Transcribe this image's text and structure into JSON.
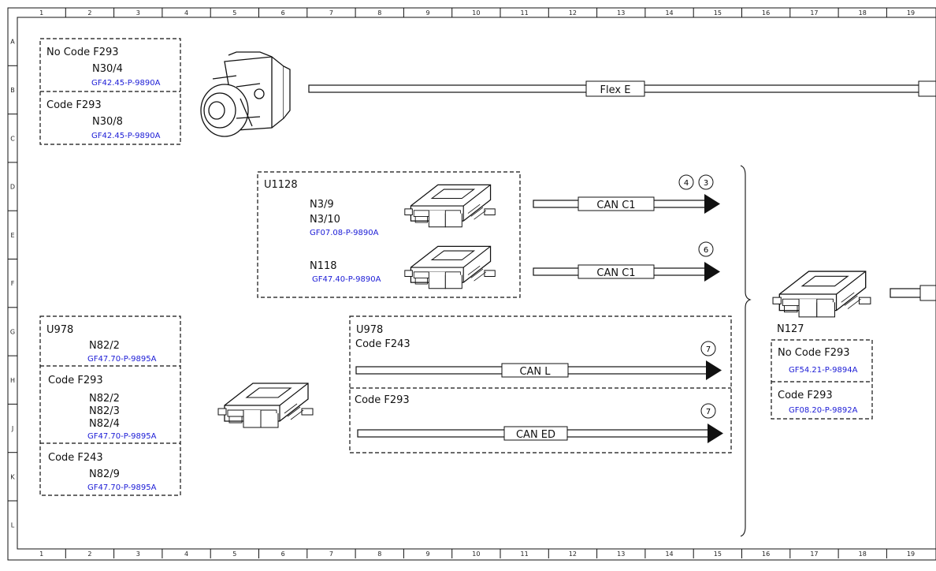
{
  "ruler": {
    "columns": [
      "1",
      "2",
      "3",
      "4",
      "5",
      "6",
      "7",
      "8",
      "9",
      "10",
      "11",
      "12",
      "13",
      "14",
      "15",
      "16",
      "17",
      "18",
      "19"
    ],
    "rows": [
      "A",
      "B",
      "C",
      "D",
      "E",
      "F",
      "G",
      "H",
      "J",
      "K",
      "L"
    ]
  },
  "top_left_box": {
    "no_code_label": "No Code F293",
    "no_code_component": "N30/4",
    "no_code_ref": "GF42.45-P-9890A",
    "code_label": "Code F293",
    "code_component": "N30/8",
    "code_ref": "GF42.45-P-9890A"
  },
  "flex_bus": {
    "label": "Flex E"
  },
  "u1128_box": {
    "title": "U1128",
    "comp1_a": "N3/9",
    "comp1_b": "N3/10",
    "comp1_ref": "GF07.08-P-9890A",
    "comp2": "N118",
    "comp2_ref": "GF47.40-P-9890A"
  },
  "can_c1_upper": {
    "label": "CAN C1",
    "markers": [
      "4",
      "3"
    ]
  },
  "can_c1_lower": {
    "label": "CAN C1",
    "markers": [
      "6"
    ]
  },
  "left_lower_box": {
    "u978_title": "U978",
    "u978_comp": "N82/2",
    "u978_ref": "GF47.70-P-9895A",
    "f293_label": "Code F293",
    "f293_comps": [
      "N82/2",
      "N82/3",
      "N82/4"
    ],
    "f293_ref": "GF47.70-P-9895A",
    "f243_label": "Code F243",
    "f243_comp": "N82/9",
    "f243_ref": "GF47.70-P-9895A"
  },
  "center_lower_box": {
    "u978_title": "U978",
    "u978_code": "Code F243",
    "can_l_label": "CAN L",
    "can_l_marker": "7",
    "f293_label": "Code F293",
    "can_ed_label": "CAN ED",
    "can_ed_marker": "7"
  },
  "right_module": {
    "name": "N127",
    "no_code_label": "No Code F293",
    "no_code_ref": "GF54.21-P-9894A",
    "code_label": "Code F293",
    "code_ref": "GF08.20-P-9892A"
  },
  "colors": {
    "reference_link": "#1b1bd6",
    "line": "#111111"
  }
}
